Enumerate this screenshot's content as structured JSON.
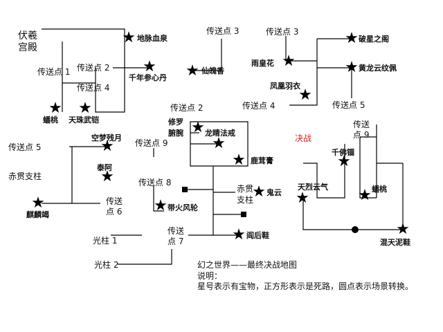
{
  "title": "幻之世界——最终决战地图",
  "legend_heading": "说明：",
  "legend_text": "星号表示有宝物，正方形表示是死路，圆点表示场景转换。",
  "labels": {
    "fuxi": "伏羲",
    "gongdian": "宫殿",
    "tp1": "传送点 1",
    "tp2_a": "传送点 2",
    "tp2_b": "传送点 2",
    "tp3_a": "传送点 3",
    "tp3_b": "传送点 3",
    "tp4_a": "传送点 4",
    "tp4_b": "传送点 4",
    "tp5_a": "传送点 5",
    "tp5_b": "传送点 5",
    "tp6_a": "传送",
    "tp6_b": "点 6",
    "tp7_a": "传送",
    "tp7_b": "点 7",
    "tp8": "传送点 8",
    "tp9_a": "传送点 9",
    "tp9_b": "传送",
    "tp9_c": "点 9",
    "xiuluo_a": "修罗",
    "xiuluo_b": "腑腕",
    "chiguan_a": "赤贯支柱",
    "chiguan_b": "赤贯",
    "chiguan_c": "支柱",
    "guangzhu1": "光柱 1",
    "guangzhu2": "光柱 2",
    "juezhan": "决战"
  },
  "treasures": {
    "dimai": "地脉血泉",
    "qiannian": "千年参心丹",
    "xiankui": "仙魄香",
    "panta_a": "蟠桃",
    "tianzhu": "天珠武铠",
    "poxing": "破星之阁",
    "yuhuang": "雨皇花",
    "huanglong": "黄龙云纹佩",
    "fenghuang": "凤凰羽衣",
    "longjing": "龙睛法戒",
    "lurong": "鹿茸膏",
    "kongmeng": "空梦残月",
    "taia": "泰阿",
    "qilin": "麒麟竭",
    "guiyun": "鬼云",
    "fenghuo": "带火风轮",
    "yanhou": "阎后鞋",
    "qianfo": "千佛锢",
    "tianlie": "天烈云气",
    "panta_b": "蟠桃",
    "huntian": "混天泥鞋"
  },
  "icons": {
    "treasure": "star-icon",
    "dead_end": "square-icon",
    "scene_change": "dot-icon"
  },
  "colors": {
    "line": "#000000",
    "highlight": "#e02020"
  }
}
